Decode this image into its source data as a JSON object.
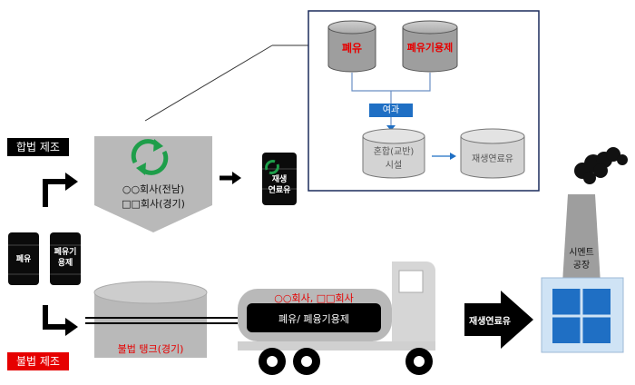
{
  "legal": {
    "label": "합법 제조",
    "company1": "○○회사(전남)",
    "company2": "□□회사(경기)",
    "product_label": "재생\n연료유"
  },
  "illegal": {
    "label": "불법 제조",
    "tank_label": "불법 탱크(경기)",
    "truck_companies": "○○회사, □□회사",
    "truck_cargo": "폐유/ 폐융기용제",
    "arrow_label": "재생연료유"
  },
  "inputs": {
    "drum1": "폐유",
    "drum2": "폐유기\n용제"
  },
  "process": {
    "tank1": "폐유",
    "tank2": "폐유기용제",
    "filter": "여과",
    "mixer": "혼합(교반)\n시설",
    "output": "재생연료유"
  },
  "factory": {
    "label": "시멘트\n공장"
  },
  "colors": {
    "red": "#e60000",
    "gray": "#b9b9b9",
    "blue": "#1f6fc4",
    "green": "#1e9e4a"
  }
}
